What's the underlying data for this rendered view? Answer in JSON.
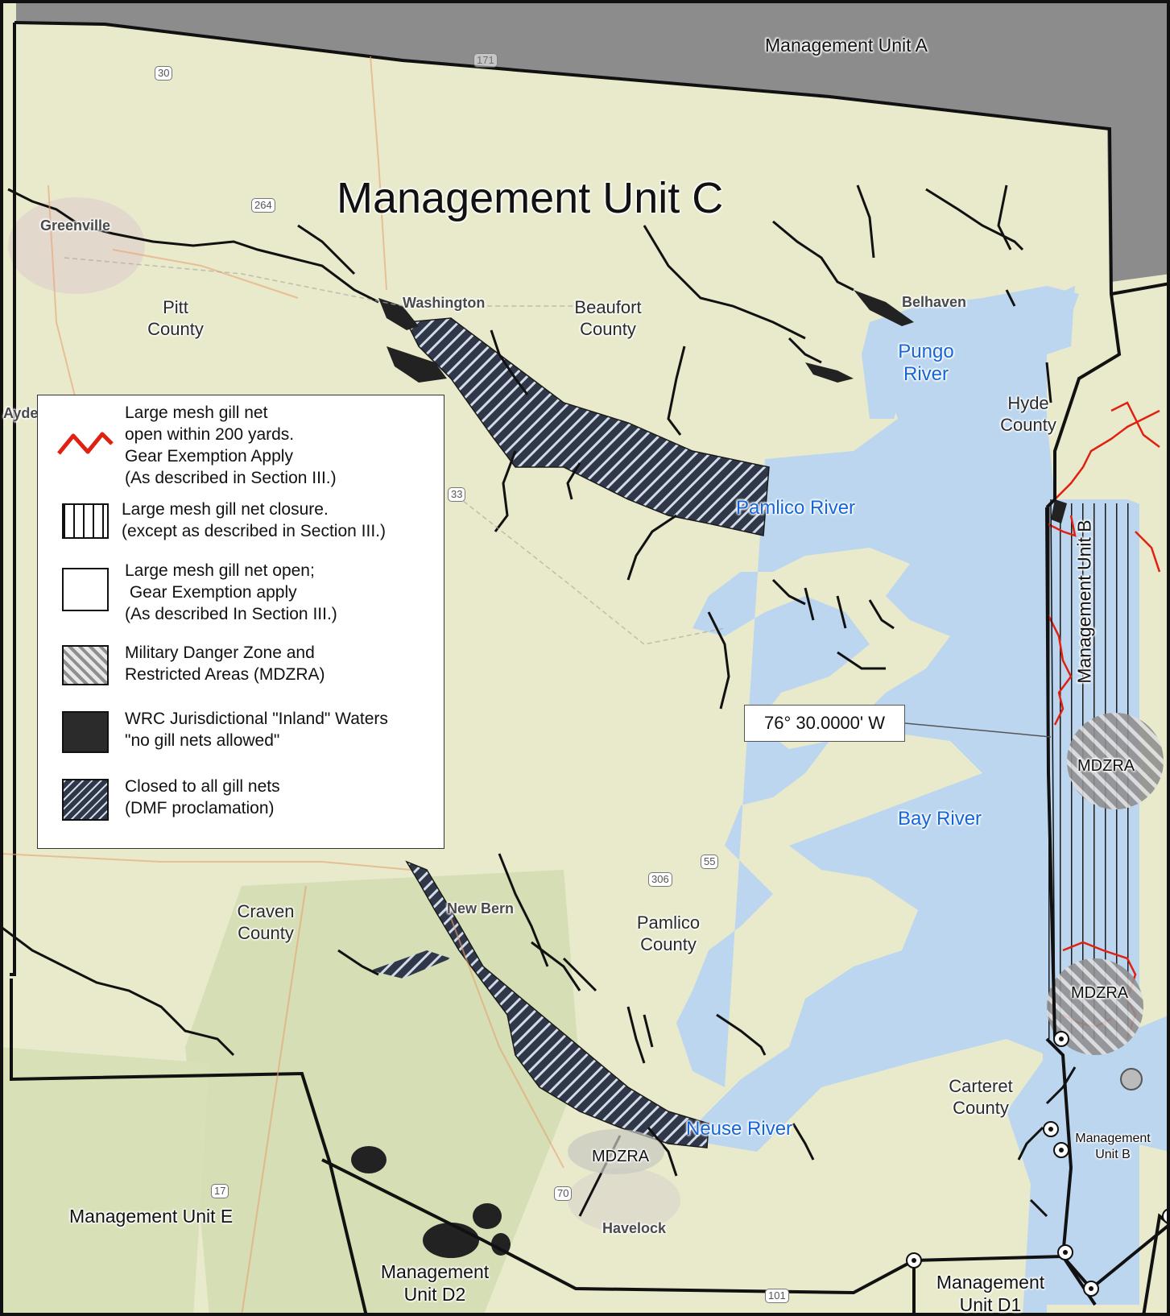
{
  "title": "Management Unit C",
  "management_units": {
    "a": "Management Unit A",
    "b_vertical": "Management Unit B",
    "b_small": "Management Unit B",
    "d1": "Management Unit D1",
    "d2": "Management Unit D2",
    "e": "Management Unit E"
  },
  "counties": {
    "pitt": "Pitt County",
    "beaufort": "Beaufort County",
    "hyde": "Hyde County",
    "craven": "Craven County",
    "pamlico": "Pamlico County",
    "carteret": "Carteret County"
  },
  "waterways": {
    "pungo": "Pungo River",
    "pamlico": "Pamlico River",
    "bay": "Bay River",
    "neuse": "Neuse River"
  },
  "towns": {
    "greenville": "Greenville",
    "washington": "Washington",
    "belhaven": "Belhaven",
    "new_bern": "New Bern",
    "havelock": "Havelock",
    "ayden_partial": "Ayde"
  },
  "highways": [
    "30",
    "264",
    "33",
    "55",
    "306",
    "17",
    "70",
    "101",
    "171"
  ],
  "mdzra_labels": [
    "MDZRA",
    "MDZRA",
    "MDZRA"
  ],
  "callout": "76° 30.0000' W",
  "legend": {
    "items": [
      {
        "symbol": "red-line-icon",
        "text": "Large mesh gill net\nopen within 200 yards.\nGear Exemption Apply\n(As described in Section III.)"
      },
      {
        "symbol": "vertical-lines-icon",
        "text": "Large mesh gill net closure.\n(except as described in Section III.)"
      },
      {
        "symbol": "white-box-icon",
        "text": "Large mesh gill net open;\n Gear Exemption apply\n(As described In Section III.)"
      },
      {
        "symbol": "gray-diagonal-icon",
        "text": "Military Danger Zone and\nRestricted Areas (MDZRA)"
      },
      {
        "symbol": "black-fill-icon",
        "text": "WRC Jurisdictional \"Inland\" Waters\n\"no gill nets allowed\""
      },
      {
        "symbol": "dark-hatch-icon",
        "text": "Closed to all gill nets\n(DMF proclamation)"
      }
    ]
  },
  "colors": {
    "land": "#e8eacb",
    "water": "#bcd6ef",
    "unit_a": "#8c8c8c",
    "forest": "#d2dcb0",
    "wrc_black": "#222222",
    "red_line": "#e02010",
    "label_blue": "#1565d8"
  }
}
